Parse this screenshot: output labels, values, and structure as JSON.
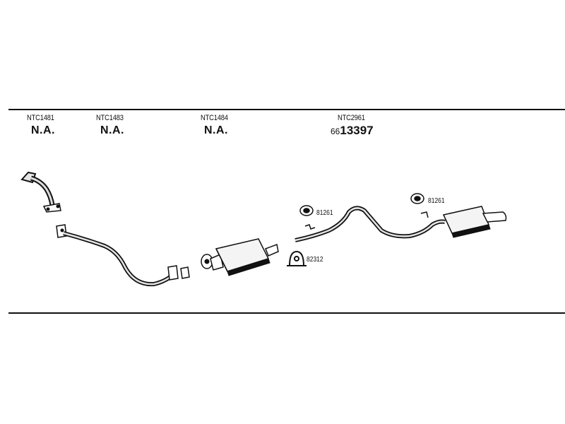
{
  "columns": [
    {
      "ref": "NTC1481",
      "value": "N.A."
    },
    {
      "ref": "NTC1483",
      "value": "N.A."
    },
    {
      "ref": "NTC1484",
      "value": "N.A."
    },
    {
      "ref": "NTC2961",
      "prefix": "66",
      "number": "13397"
    }
  ],
  "callouts": {
    "hanger_left": "81261",
    "hanger_right": "81261",
    "clamp": "82312"
  }
}
